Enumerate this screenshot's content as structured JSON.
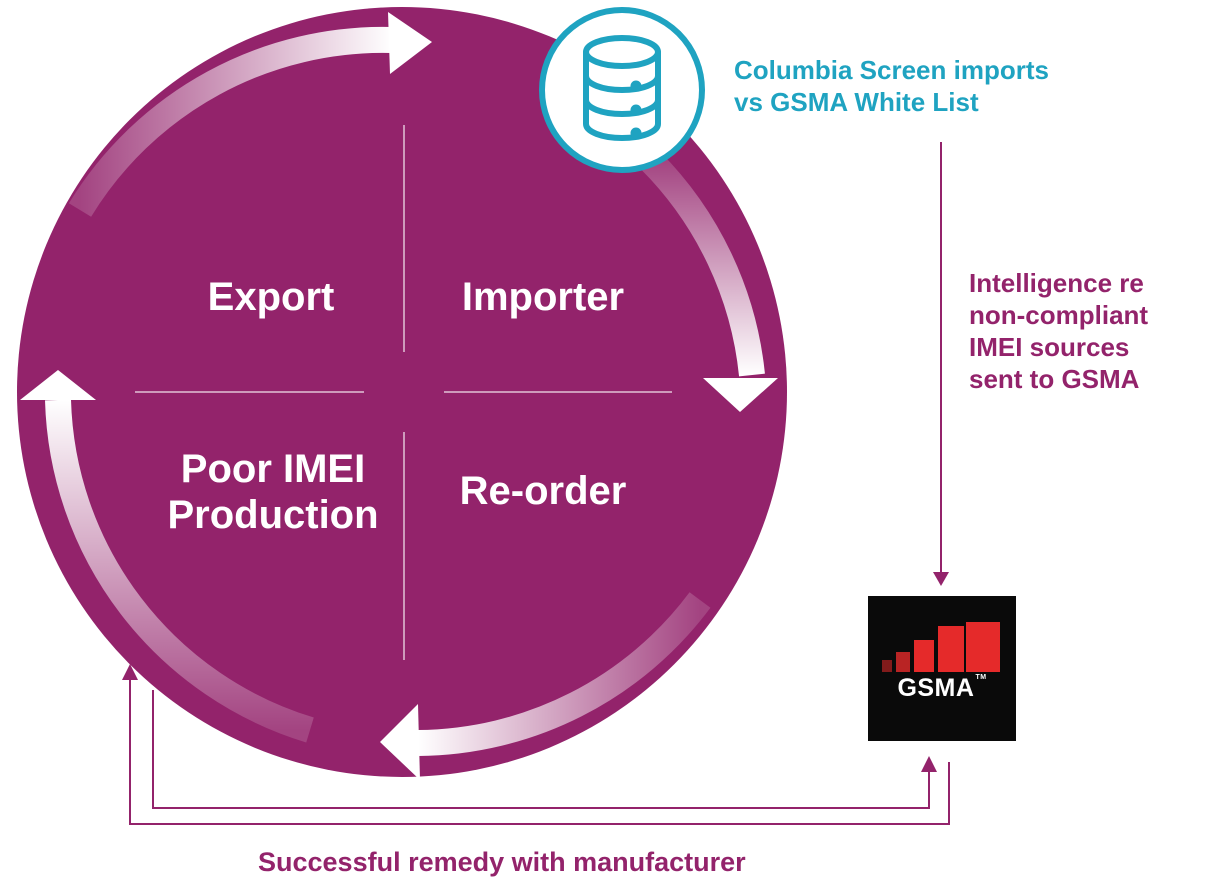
{
  "colors": {
    "circle": "#93236b",
    "accent_text": "#93236b",
    "teal": "#1fa3c1",
    "arrow": "#ffffff",
    "flow_line": "#93236b",
    "logo_bg": "#0a0a0a",
    "logo_red": "#e52a2a"
  },
  "quadrants": {
    "top_left": "Export",
    "top_right": "Importer",
    "bottom_left_line1": "Poor IMEI",
    "bottom_left_line2": "Production",
    "bottom_right": "Re-order"
  },
  "database": {
    "icon": "database-icon",
    "caption_line1": "Columbia Screen imports",
    "caption_line2": "vs GSMA White List"
  },
  "intelligence_note": {
    "line1": "Intelligence re",
    "line2": "non-compliant",
    "line3": "IMEI sources",
    "line4": "sent to GSMA"
  },
  "gsma_logo": {
    "wordmark": "GSMA",
    "trademark": "TM"
  },
  "remedy_caption": "Successful remedy with manufacturer"
}
